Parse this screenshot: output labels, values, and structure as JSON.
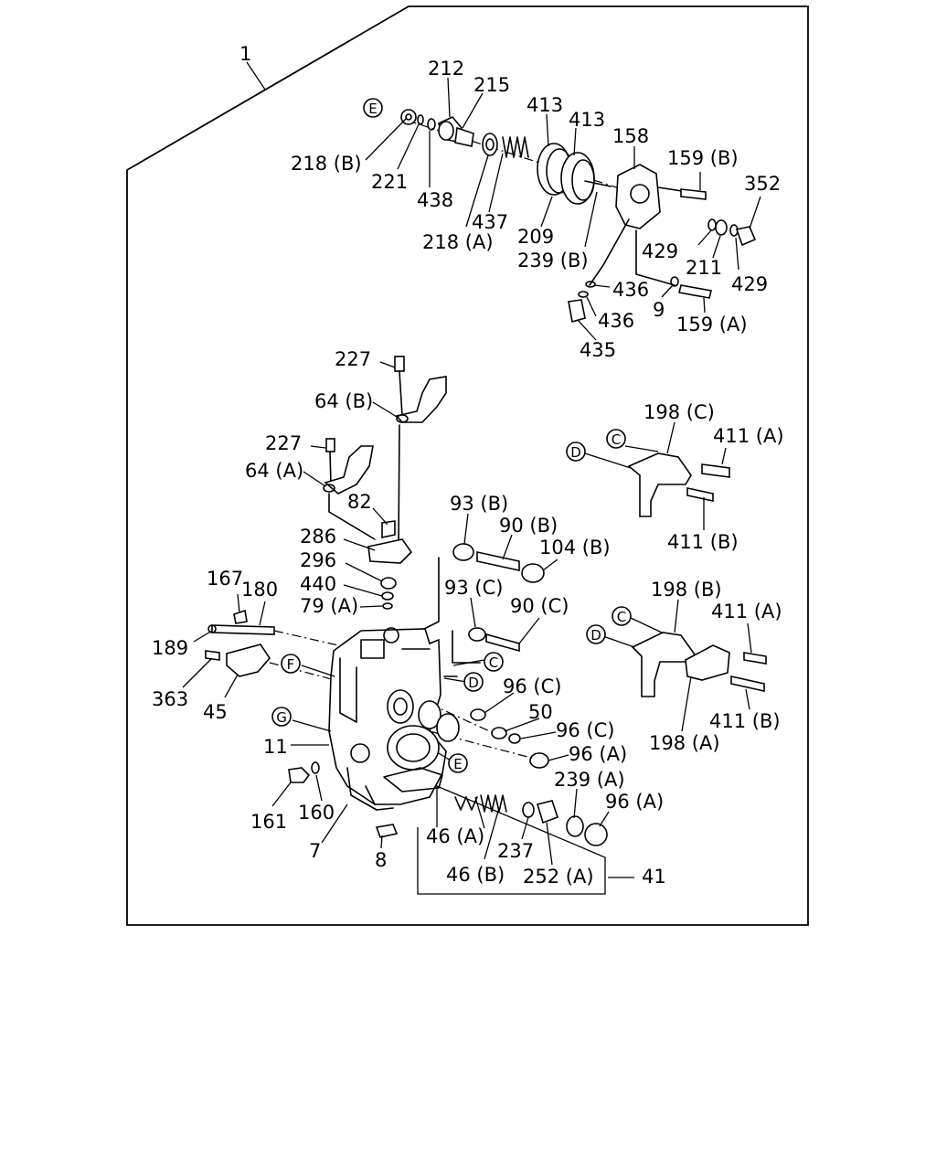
{
  "labels": {
    "l1": "1",
    "l212": "212",
    "l215": "215",
    "l413a": "413",
    "l413b": "413",
    "l158": "158",
    "l218b": "218 (B)",
    "l221": "221",
    "l438": "438",
    "l437": "437",
    "l218a": "218 (A)",
    "l209": "209",
    "l239b": "239 (B)",
    "l159b": "159 (B)",
    "l352": "352",
    "l429a": "429",
    "l211": "211",
    "l429b": "429",
    "l436a": "436",
    "l9": "9",
    "l159a": "159 (A)",
    "l436b": "436",
    "l435": "435",
    "l227a": "227",
    "l64b": "64 (B)",
    "l227b": "227",
    "l64a": "64 (A)",
    "l82": "82",
    "l286": "286",
    "l296": "296",
    "l440": "440",
    "l79a": "79 (A)",
    "l93b": "93 (B)",
    "l90b": "90 (B)",
    "l104b": "104 (B)",
    "l93c": "93 (C)",
    "l90c": "90 (C)",
    "l167": "167",
    "l180": "180",
    "l189": "189",
    "l363": "363",
    "l45": "45",
    "l96c1": "96 (C)",
    "l50": "50",
    "l96c2": "96 (C)",
    "l96a1": "96 (A)",
    "l11": "11",
    "l239a": "239 (A)",
    "l96a2": "96 (A)",
    "l161": "161",
    "l160": "160",
    "l7": "7",
    "l8": "8",
    "l46a": "46 (A)",
    "l237": "237",
    "l46b": "46 (B)",
    "l252a": "252 (A)",
    "l41": "41",
    "l198c": "198 (C)",
    "l411a1": "411 (A)",
    "l411b1": "411 (B)",
    "l198b": "198 (B)",
    "l411a2": "411 (A)",
    "l411b2": "411 (B)",
    "l198a": "198 (A)"
  },
  "refs": {
    "E1": "E",
    "C1": "C",
    "D1": "D",
    "C2": "C",
    "D2": "D",
    "F1": "F",
    "G1": "G",
    "C3": "C",
    "D3": "D",
    "E2": "E"
  }
}
